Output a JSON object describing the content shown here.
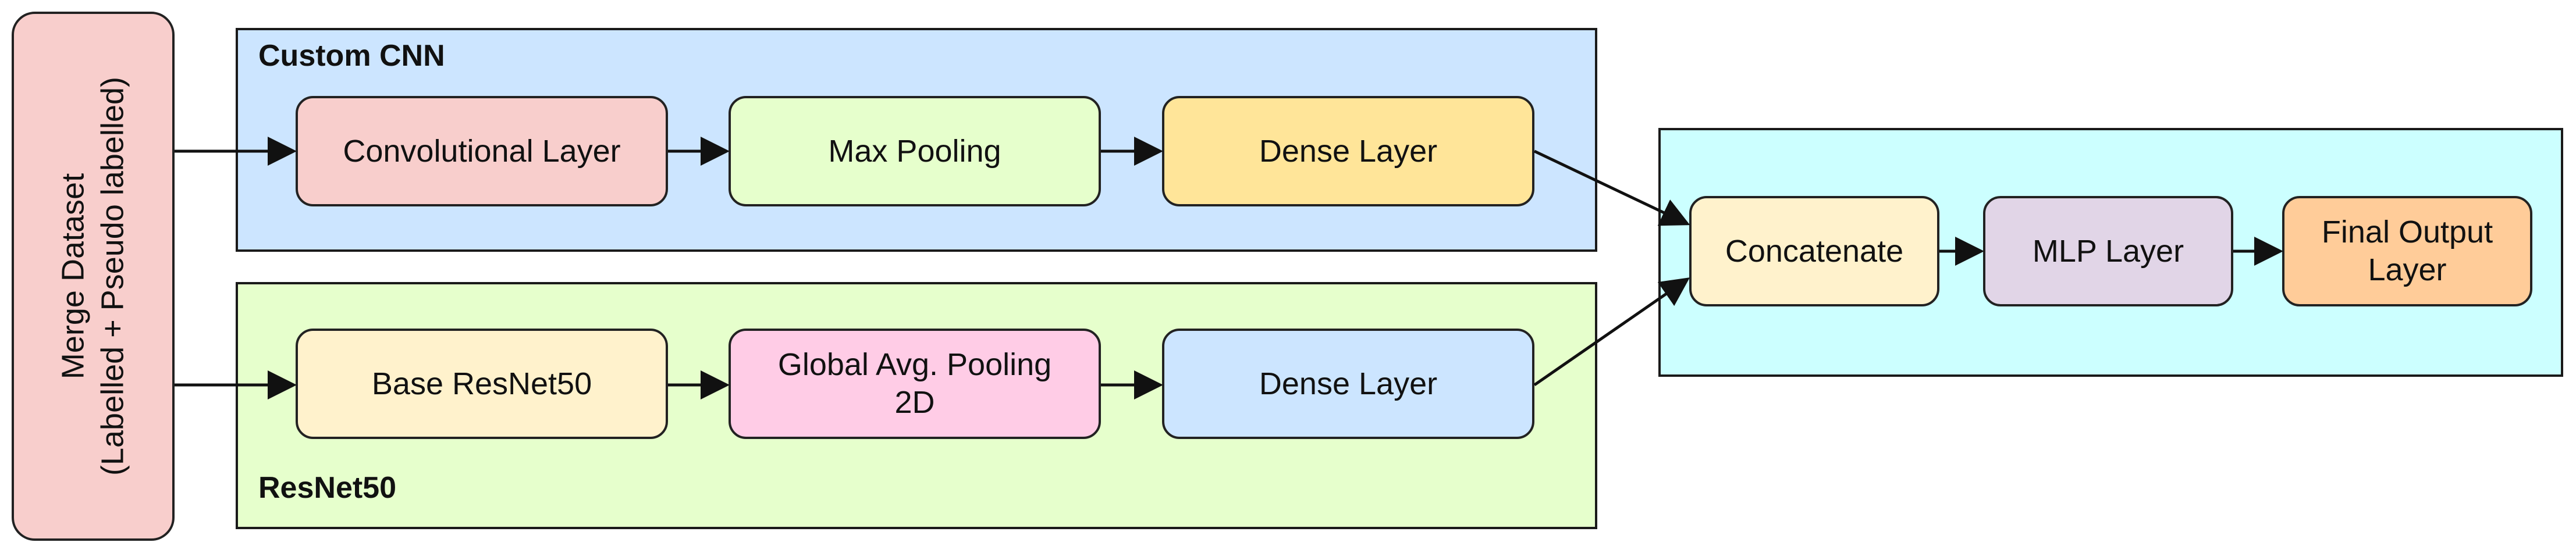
{
  "input": {
    "line1": "Merge Dataset",
    "line2": "(Labelled + Pseudo labelled)"
  },
  "groups": {
    "custom_cnn": "Custom CNN",
    "resnet50": "ResNet50"
  },
  "nodes": {
    "conv_layer": "Convolutional Layer",
    "max_pooling": "Max Pooling",
    "dense_cnn": "Dense Layer",
    "base_resnet": "Base ResNet50",
    "gap_line1": "Global Avg. Pooling",
    "gap_line2": "2D",
    "dense_resnet": "Dense Layer",
    "concatenate": "Concatenate",
    "mlp": "MLP Layer",
    "final_line1": "Final Output",
    "final_line2": "Layer"
  },
  "colors": {
    "custom_cnn_bg": "#cce5ff",
    "resnet50_bg": "#e6ffcc",
    "fusion_bg": "#ccffff",
    "merge_bg": "#f8cecc",
    "conv_bg": "#f8cecc",
    "max_pooling_bg": "#e6ffcc",
    "dense_cnn_bg": "#ffe599",
    "base_resnet_bg": "#fff2cc",
    "gap_bg": "#ffcce6",
    "dense_resnet_bg": "#cce5ff",
    "concatenate_bg": "#fff2cc",
    "mlp_bg": "#e1d5e7",
    "final_bg": "#ffcc99"
  }
}
